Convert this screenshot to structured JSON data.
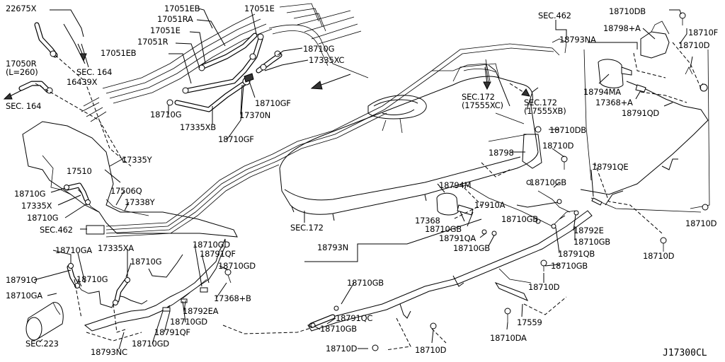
{
  "diagram": {
    "reference_code": "J17300CL",
    "labels": {
      "l_22675x": "22675X",
      "l_17050r": "17050R",
      "l_l260": "(L=260)",
      "l_sec164a": "SEC. 164",
      "l_16439x": "16439X",
      "l_sec164b": "SEC. 164",
      "l_17051eb1": "17051EB",
      "l_17051ra": "17051RA",
      "l_17051e1": "17051E",
      "l_17051r": "17051R",
      "l_17051eb2": "17051EB",
      "l_17051e2": "17051E",
      "l_18710g1": "18710G",
      "l_17335xc": "17335XC",
      "l_18710gf1": "18710GF",
      "l_17370n": "17370N",
      "l_18710g2": "18710G",
      "l_17335xb": "17335XB",
      "l_18710gf2": "18710GF",
      "l_sec462a": "SEC.462",
      "l_18710db1": "18710DB",
      "l_18798a1": "18798+A",
      "l_18710f": "18710F",
      "l_18793na": "18793NA",
      "l_18710d1": "18710D",
      "l_18794ma": "18794MA",
      "l_17368a": "17368+A",
      "l_18791qd": "18791QD",
      "l_sec172a": "SEC.172",
      "l_17555xc": "(17555XC)",
      "l_sec172b": "SEC.172",
      "l_17555xb": "(17555XB)",
      "l_18710db2": "18710DB",
      "l_18798": "18798",
      "l_18710d2": "18710D",
      "l_18791qe": "18791QE",
      "l_17335y": "17335Y",
      "l_17510": "17510",
      "l_18710g3": "18710G",
      "l_17506q": "17506Q",
      "l_17335x": "17335X",
      "l_17338y": "17338Y",
      "l_18710g4": "18710G",
      "l_sec462b": "SEC.462",
      "l_sec172c": "SEC.172",
      "l_18794m": "18794M",
      "l_18710gb1": "18710GB",
      "l_17910a": "17910A",
      "l_17368": "17368",
      "l_18710gb2": "18710GB",
      "l_18791qa": "18791QA",
      "l_18710gb3": "18710GB",
      "l_18710gb4": "18710GB",
      "l_18792e": "18792E",
      "l_18710gb5": "18710GB",
      "l_18791qb": "18791QB",
      "l_18710gb6": "18710GB",
      "l_18710d3": "18710D",
      "l_18710d4": "18710D",
      "l_18793n": "18793N",
      "l_18710ga1": "18710GA",
      "l_17335xa": "17335XA",
      "l_18710gd1": "18710GD",
      "l_18791qf1": "18791QF",
      "l_18710g5": "18710G",
      "l_18710gd2": "18710GD",
      "l_18791q": "18791Q",
      "l_18710g6": "18710G",
      "l_18710ga2": "18710GA",
      "l_17368b": "17368+B",
      "l_18792ea": "18792EA",
      "l_18710gd3": "18710GD",
      "l_18791qf2": "18791QF",
      "l_18710gd4": "18710GD",
      "l_sec223": "SEC.223",
      "l_18793nc": "18793NC",
      "l_18710gb7": "18710GB",
      "l_18791qc": "18791QC",
      "l_18710gb8": "18710GB",
      "l_18710d5": "18710D",
      "l_18710d6": "18710D",
      "l_18710d7": "18710D",
      "l_17559": "17559",
      "l_18710da": "18710DA"
    }
  }
}
